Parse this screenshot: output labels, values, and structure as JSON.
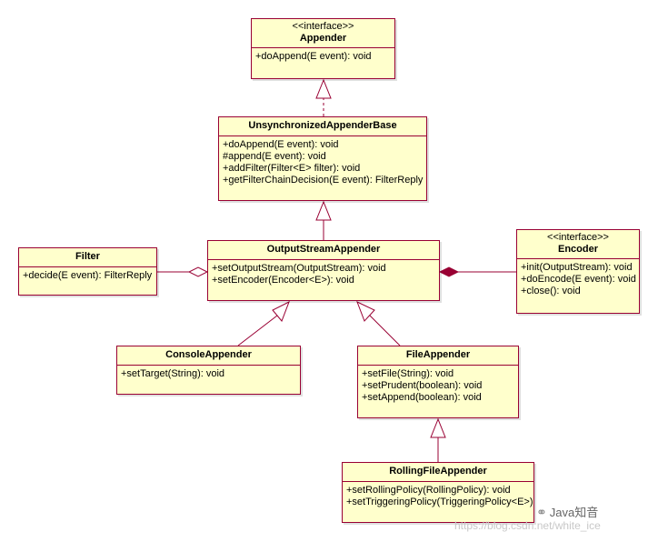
{
  "classes": {
    "appender": {
      "stereotype": "<<interface>>",
      "name": "Appender",
      "operations": [
        "+doAppend(E event): void"
      ]
    },
    "unsync": {
      "name": "UnsynchronizedAppenderBase",
      "operations": [
        "+doAppend(E event): void",
        "#append(E event): void",
        "+addFilter(Filter<E> filter): void",
        "+getFilterChainDecision(E event): FilterReply"
      ]
    },
    "filter": {
      "name": "Filter",
      "operations": [
        "+decide(E event): FilterReply"
      ]
    },
    "output": {
      "name": "OutputStreamAppender",
      "operations": [
        "+setOutputStream(OutputStream): void",
        "+setEncoder(Encoder<E>): void"
      ]
    },
    "encoder": {
      "stereotype": "<<interface>>",
      "name": "Encoder",
      "operations": [
        "+init(OutputStream): void",
        "+doEncode(E event): void",
        "+close(): void"
      ]
    },
    "console": {
      "name": "ConsoleAppender",
      "operations": [
        "+setTarget(String): void"
      ]
    },
    "file": {
      "name": "FileAppender",
      "operations": [
        "+setFile(String): void",
        "+setPrudent(boolean): void",
        "+setAppend(boolean): void"
      ]
    },
    "rolling": {
      "name": "RollingFileAppender",
      "operations": [
        "+setRollingPolicy(RollingPolicy): void",
        "+setTriggeringPolicy(TriggeringPolicy<E>)"
      ]
    }
  },
  "colors": {
    "box_fill": "#ffffcc",
    "box_border": "#990033",
    "edge": "#990033"
  },
  "watermark": {
    "brand": "Java知音",
    "url": "https://blog.csdn.net/white_ice"
  }
}
